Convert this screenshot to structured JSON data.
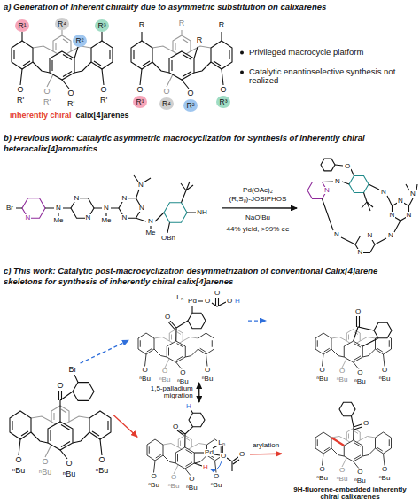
{
  "diagram": {
    "nodes": [
      {
        "text": [
          "R¹",
          "R⁴",
          "R²",
          "R³",
          "O",
          "O",
          "O",
          "O",
          "R'",
          "R'",
          "R'",
          "R'",
          "inherently chiral",
          "calix[4]arenes"
        ]
      },
      {
        "text": [
          "R",
          "R",
          "R",
          "R",
          "O",
          "O",
          "O",
          "O",
          "R¹",
          "R⁴",
          "R²",
          "R³"
        ]
      },
      {
        "text": [
          "Br",
          "N",
          "N",
          "Me",
          "N",
          "N",
          "N",
          "Me",
          "N",
          "N",
          "N",
          "N",
          "N",
          "Me",
          "OBn",
          "NH"
        ]
      },
      {
        "text": [
          "N",
          "N",
          "O",
          "N",
          "N",
          "N",
          "N",
          "N",
          "N",
          "N",
          "N",
          "N"
        ]
      },
      {
        "text": [
          "O",
          "Br",
          "O",
          "O",
          "O",
          "O",
          "ⁿBu",
          "ⁿBu",
          "ⁿBu",
          "ⁿBu"
        ]
      },
      {
        "text": [
          "O",
          "Lₙ",
          "Pd",
          "O",
          "O",
          "O",
          "H",
          "O",
          "O",
          "O",
          "O",
          "ⁿBu",
          "ⁿBu",
          "ⁿBu",
          "ⁿBu"
        ]
      },
      {
        "text": [
          "O",
          "H",
          "Lₙ",
          "Pd",
          "H",
          "O",
          "O",
          "O",
          "O",
          "O",
          "O",
          "ⁿBu",
          "ⁿBu",
          "ⁿBu",
          "ⁿBu"
        ]
      },
      {
        "text": [
          "O",
          "O",
          "O",
          "O",
          "O",
          "ⁿBu",
          "ⁿBu",
          "ⁿBu",
          "ⁿBu"
        ]
      },
      {
        "text": [
          "O",
          "O",
          "O",
          "O",
          "O",
          "ⁿBu",
          "ⁿBu",
          "ⁿBu",
          "ⁿBu",
          "9H-fluorene-embedded inherently chiral calixarenes"
        ]
      }
    ],
    "edges": [
      {
        "from": 2,
        "to": 3,
        "arrow": "to"
      },
      {
        "from": 4,
        "to": 5,
        "arrow": "to"
      },
      {
        "from": 4,
        "to": 6,
        "arrow": "to"
      },
      {
        "from": 5,
        "to": 6,
        "arrow": "both",
        "label": "1,5-palladium migration"
      },
      {
        "from": 5,
        "to": 7,
        "arrow": "to"
      },
      {
        "from": 6,
        "to": 8,
        "arrow": "to",
        "label": "arylation"
      }
    ],
    "labels": [
      "a) Generation of Inherent chirality due to asymmetric substitution on calixarenes",
      "b) Previous work: Catalytic asymmetric macrocyclization for Synthesis of inherently chiral heteracalix[4]aromatics",
      "c) This work: Catalytic post-macrocyclization desymmetrization of conventional Calix[4]arene skeletons for synthesis of inherently chiral calix[4]arenes",
      "Privileged macrocycle platform",
      "Catalytic enantioselective synthesis not realized",
      "Pd(OAc)₂",
      "(R,Sₚ)-JOSIPHOS",
      "NaOᵗBu",
      "44% yield, >99% ee"
    ]
  }
}
